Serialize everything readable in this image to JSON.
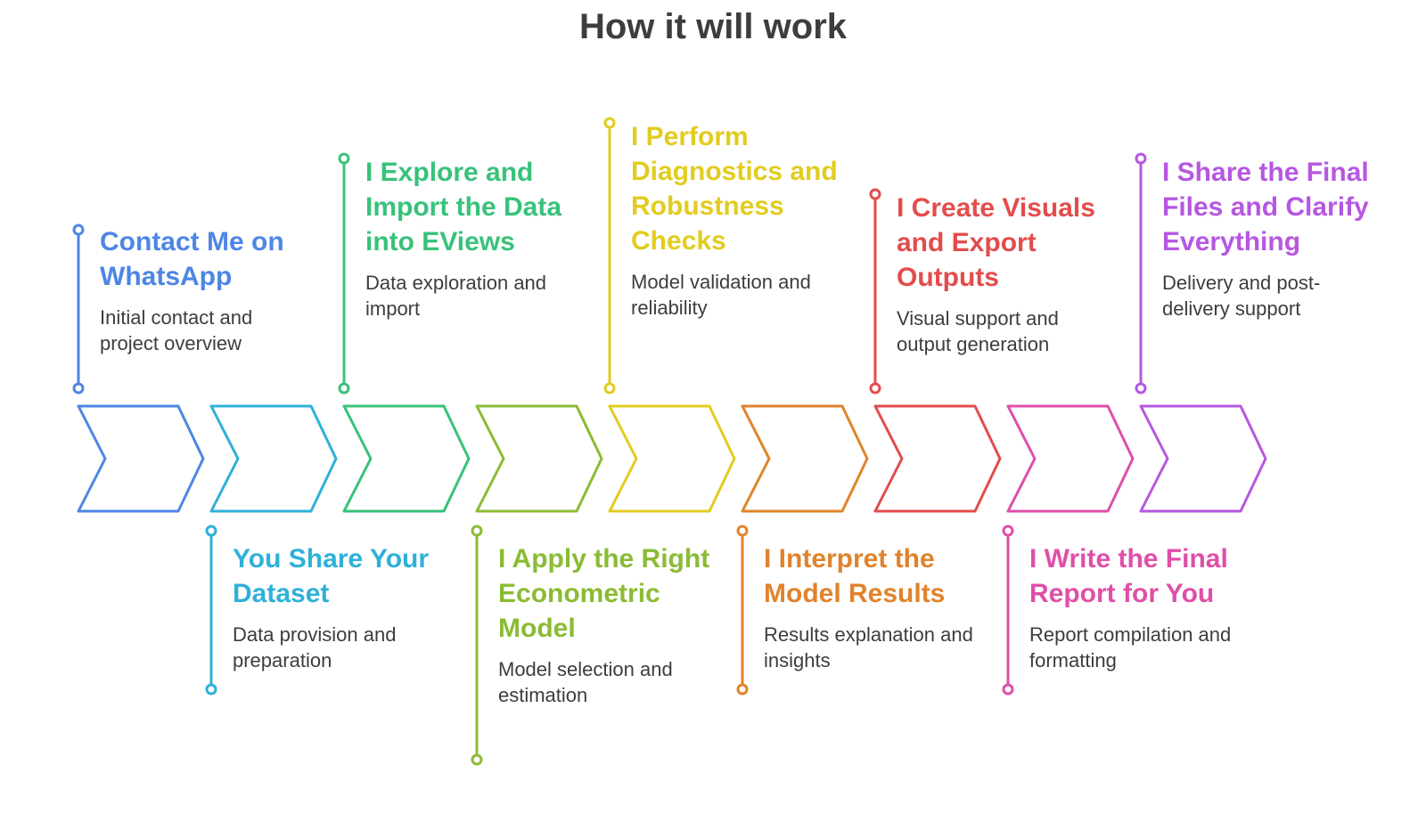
{
  "title": "How it will work",
  "steps": [
    {
      "title": "Contact Me on WhatsApp",
      "desc": "Initial contact and project overview",
      "color": "#4d86e4"
    },
    {
      "title": "You Share Your Dataset",
      "desc": "Data provision and preparation",
      "color": "#2fb0d9"
    },
    {
      "title": "I Explore and Import the Data into EViews",
      "desc": "Data exploration and import",
      "color": "#38c27a"
    },
    {
      "title": "I Apply the Right Econometric Model",
      "desc": "Model selection and estimation",
      "color": "#8bbb34"
    },
    {
      "title": "I Perform Diagnostics and Robustness Checks",
      "desc": "Model validation and reliability",
      "color": "#e2cc1e"
    },
    {
      "title": "I Interpret the Model Results",
      "desc": "Results explanation and insights",
      "color": "#e0832c"
    },
    {
      "title": "I Create Visuals and Export Outputs",
      "desc": "Visual support and output generation",
      "color": "#e34c4c"
    },
    {
      "title": "I Write the Final Report for You",
      "desc": "Report compilation and formatting",
      "color": "#df4fa8"
    },
    {
      "title": "I Share the Final Files and Clarify Everything",
      "desc": "Delivery and post-delivery support",
      "color": "#b657e1"
    }
  ]
}
